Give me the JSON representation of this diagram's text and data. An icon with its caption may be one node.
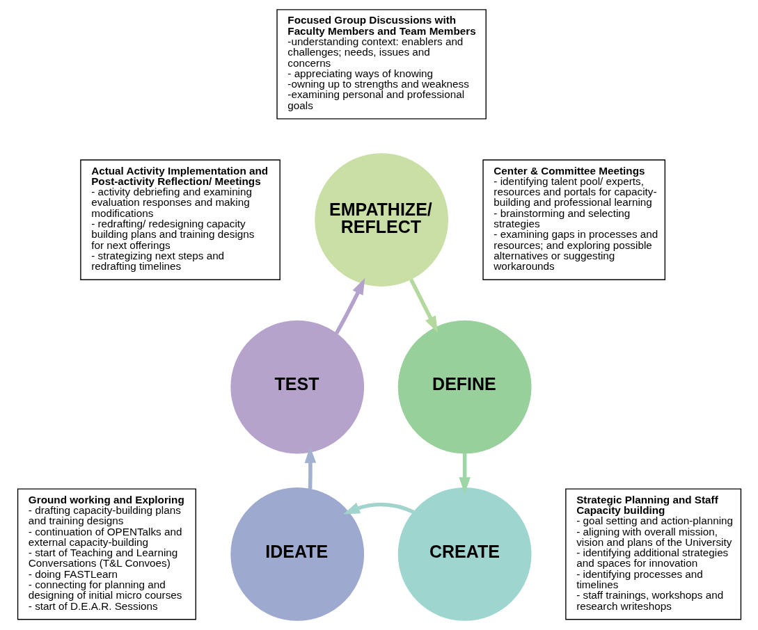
{
  "diagram": {
    "nodes": [
      {
        "text": [
          "Focused Group Discussions with Faculty Members and Team Members",
          "-understanding context: enablers and challenges; needs, issues and concerns",
          "- appreciating ways of knowing",
          "-owning up to strengths and weakness",
          "-examining personal and professional goals"
        ]
      },
      {
        "text": [
          "Actual Activity Implementation and Post-activity Reflection/ Meetings",
          "- activity debriefing and examining evaluation responses and making modifications",
          "- redrafting/ redesigning capacity building plans and training designs for next offerings",
          "- strategizing next steps and redrafting timelines"
        ]
      },
      {
        "text": [
          "EMPATHIZE/ REFLECT"
        ]
      },
      {
        "text": [
          "Center & Committee Meetings",
          "- identifying talent pool/ experts, resources and portals for capacity-building and professional learning",
          "- brainstorming and selecting strategies",
          "- examining gaps in processes and resources; and exploring possible alternatives or suggesting workarounds"
        ]
      },
      {
        "text": [
          "TEST"
        ]
      },
      {
        "text": [
          "DEFINE"
        ]
      },
      {
        "text": [
          "Ground working and Exploring",
          "- drafting capacity-building plans and training designs",
          "- continuation of OPENTalks and external capacity-building",
          "- start of Teaching and Learning Conversations (T&L Convoes)",
          "- doing FASTLearn",
          "- connecting for planning and designing of initial micro courses",
          "- start of D.E.A.R. Sessions"
        ]
      },
      {
        "text": [
          "IDEATE"
        ]
      },
      {
        "text": [
          "CREATE"
        ]
      },
      {
        "text": [
          "Strategic Planning and Staff Capacity building",
          "- goal setting and action-planning",
          "- aligning with overall mission, vision and plans of the University",
          "- identifying additional strategies and spaces for innovation",
          "- identifying processes and timelines",
          "- staff trainings, workshops and research writeshops"
        ]
      }
    ],
    "edges": [
      {
        "from": 2,
        "to": 5,
        "arrow": "to",
        "color": "#b5d89e"
      },
      {
        "from": 5,
        "to": 8,
        "arrow": "to",
        "color": "#9fd6a6"
      },
      {
        "from": 8,
        "to": 7,
        "arrow": "to",
        "color": "#a3d3cd"
      },
      {
        "from": 7,
        "to": 4,
        "arrow": "to",
        "color": "#a3b1d0"
      },
      {
        "from": 4,
        "to": 2,
        "arrow": "to",
        "color": "#b3a3cc"
      }
    ]
  }
}
